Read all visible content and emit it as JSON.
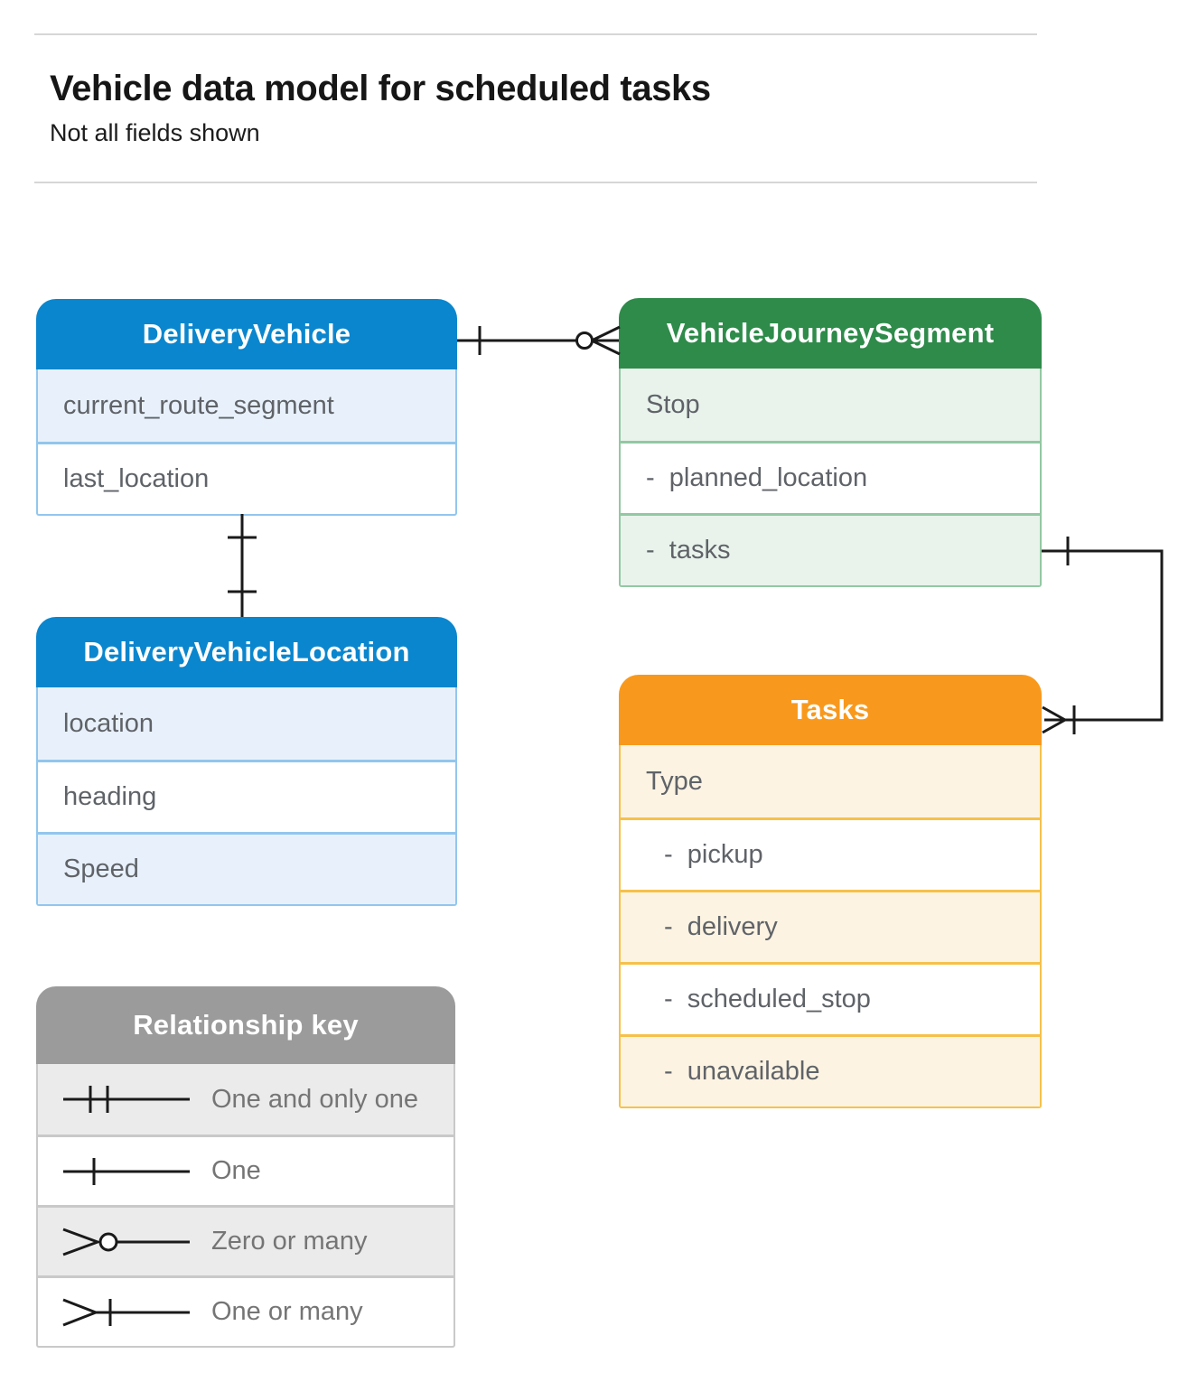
{
  "page": {
    "title": "Vehicle data model for scheduled tasks",
    "subtitle": "Not all fields shown"
  },
  "entities": {
    "delivery_vehicle": {
      "title": "DeliveryVehicle",
      "fields": [
        {
          "label": "current_route_segment"
        },
        {
          "label": "last_location"
        }
      ]
    },
    "vehicle_journey_segment": {
      "title": "VehicleJourneySegment",
      "fields": [
        {
          "label": "Stop"
        },
        {
          "label": "-  planned_location"
        },
        {
          "label": "-  tasks"
        }
      ]
    },
    "delivery_vehicle_location": {
      "title": "DeliveryVehicleLocation",
      "fields": [
        {
          "label": "location"
        },
        {
          "label": "heading"
        },
        {
          "label": "Speed"
        }
      ]
    },
    "tasks": {
      "title": "Tasks",
      "fields": [
        {
          "label": "Type"
        },
        {
          "label": "-  pickup"
        },
        {
          "label": "-  delivery"
        },
        {
          "label": "-  scheduled_stop"
        },
        {
          "label": "-  unavailable"
        }
      ]
    }
  },
  "legend": {
    "title": "Relationship key",
    "items": [
      {
        "symbol": "one-and-only-one-icon",
        "label": "One and only one"
      },
      {
        "symbol": "one-icon",
        "label": "One"
      },
      {
        "symbol": "zero-or-many-icon",
        "label": "Zero or many"
      },
      {
        "symbol": "one-or-many-icon",
        "label": "One or many"
      }
    ]
  },
  "relationships": [
    {
      "from": "DeliveryVehicle",
      "to": "VehicleJourneySegment",
      "from_cardinality": "one",
      "to_cardinality": "zero-or-many"
    },
    {
      "from": "DeliveryVehicle",
      "to": "DeliveryVehicleLocation",
      "from_cardinality": "one",
      "to_cardinality": "one"
    },
    {
      "from": "VehicleJourneySegment.tasks",
      "to": "Tasks",
      "from_cardinality": "one",
      "to_cardinality": "one-or-many"
    }
  ],
  "colors": {
    "blue_header": "#0a86ce",
    "blue_row": "#e8f1fb",
    "green_header": "#2e8b4a",
    "green_row": "#e9f3ec",
    "orange_header": "#f8991d",
    "orange_row": "#fdf3e2",
    "gray_header": "#9b9b9b",
    "gray_row": "#ebebeb",
    "connector": "#1a1a1a"
  }
}
